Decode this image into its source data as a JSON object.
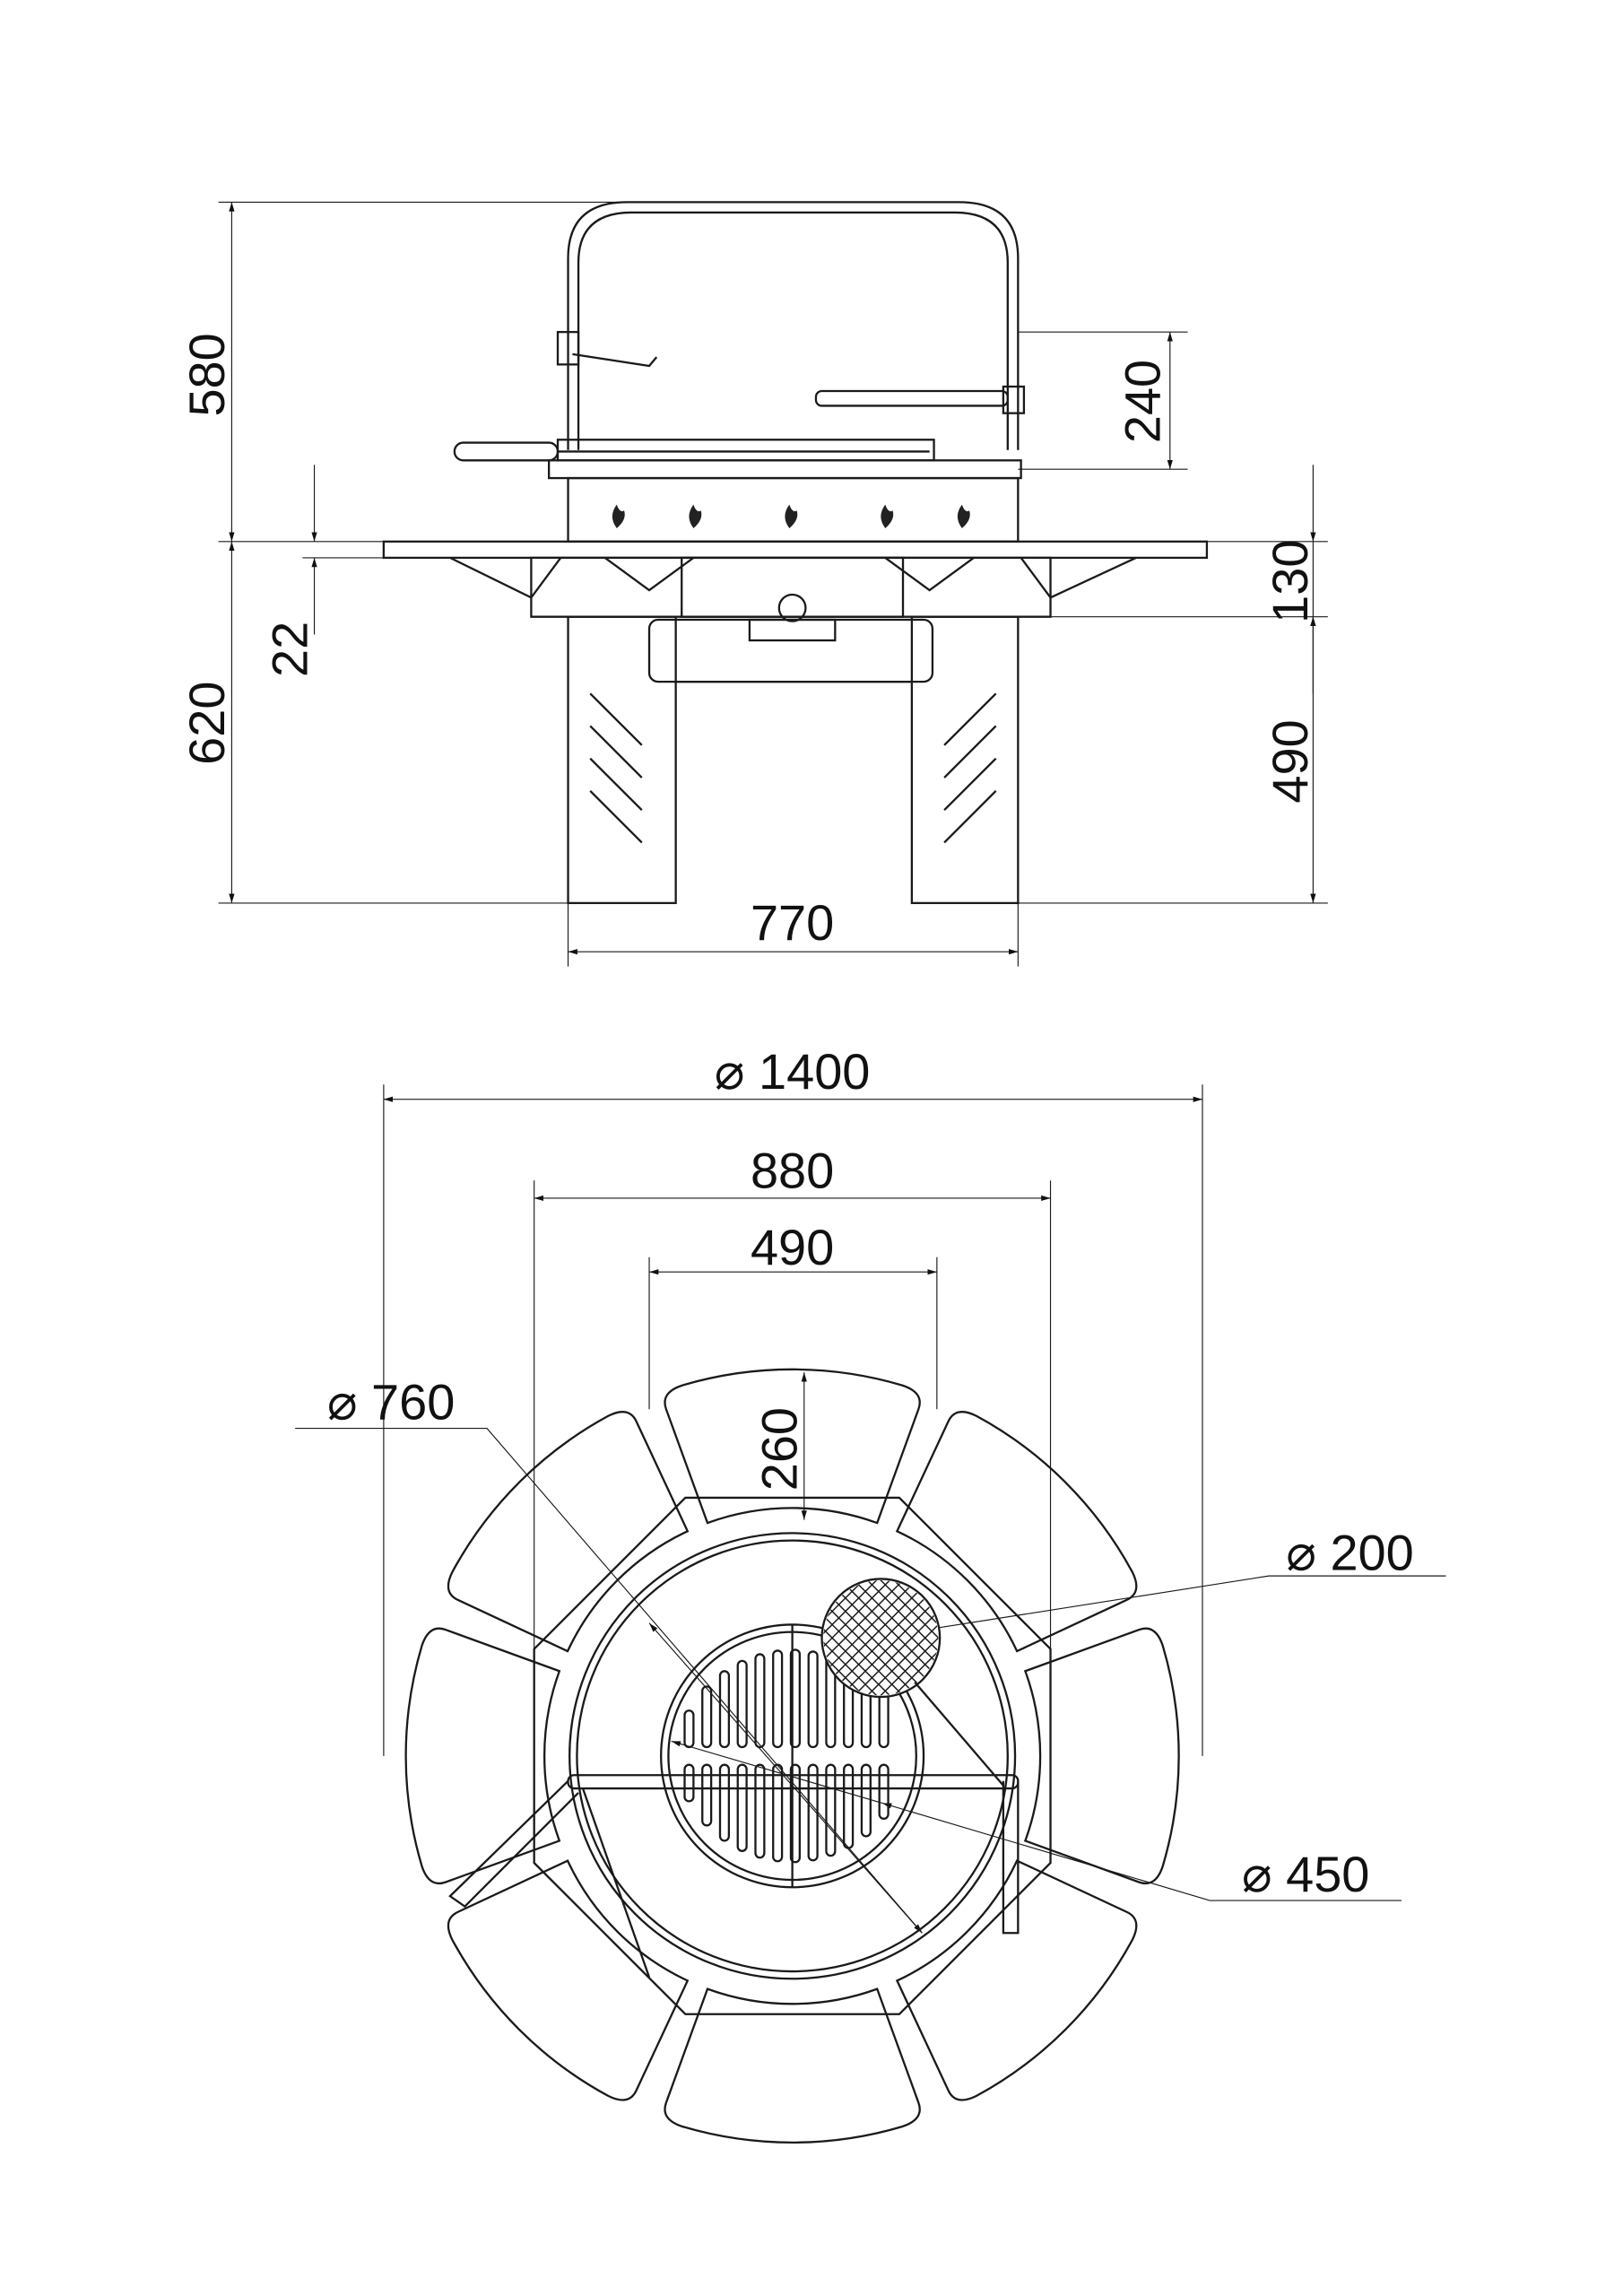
{
  "elevation": {
    "dim_upper_height": "580",
    "dim_lower_height": "620",
    "dim_grill_adjust": "240",
    "dim_body_height": "130",
    "dim_table_thickness": "22",
    "dim_leg_height": "490",
    "dim_base_width": "770"
  },
  "plan": {
    "dim_table_diameter": "⌀ 1400",
    "dim_octagon_width": "880",
    "dim_base_width": "490",
    "dim_petal_depth": "260",
    "dim_ring_diameter": "⌀ 760",
    "dim_small_grill_diameter": "⌀ 200",
    "dim_grate_diameter": "⌀ 450"
  }
}
